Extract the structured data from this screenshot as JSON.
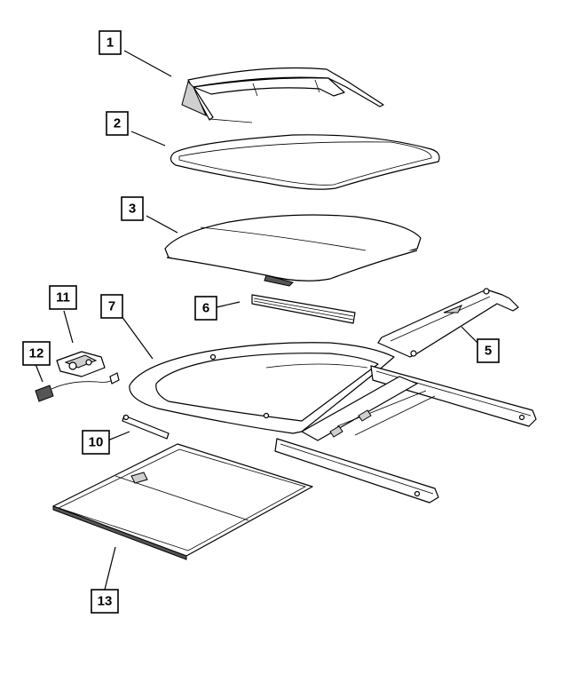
{
  "callouts": [
    {
      "id": "1",
      "label": "1"
    },
    {
      "id": "2",
      "label": "2"
    },
    {
      "id": "3",
      "label": "3"
    },
    {
      "id": "5",
      "label": "5"
    },
    {
      "id": "6",
      "label": "6"
    },
    {
      "id": "7",
      "label": "7"
    },
    {
      "id": "10",
      "label": "10"
    },
    {
      "id": "11",
      "label": "11"
    },
    {
      "id": "12",
      "label": "12"
    },
    {
      "id": "13",
      "label": "13"
    }
  ]
}
